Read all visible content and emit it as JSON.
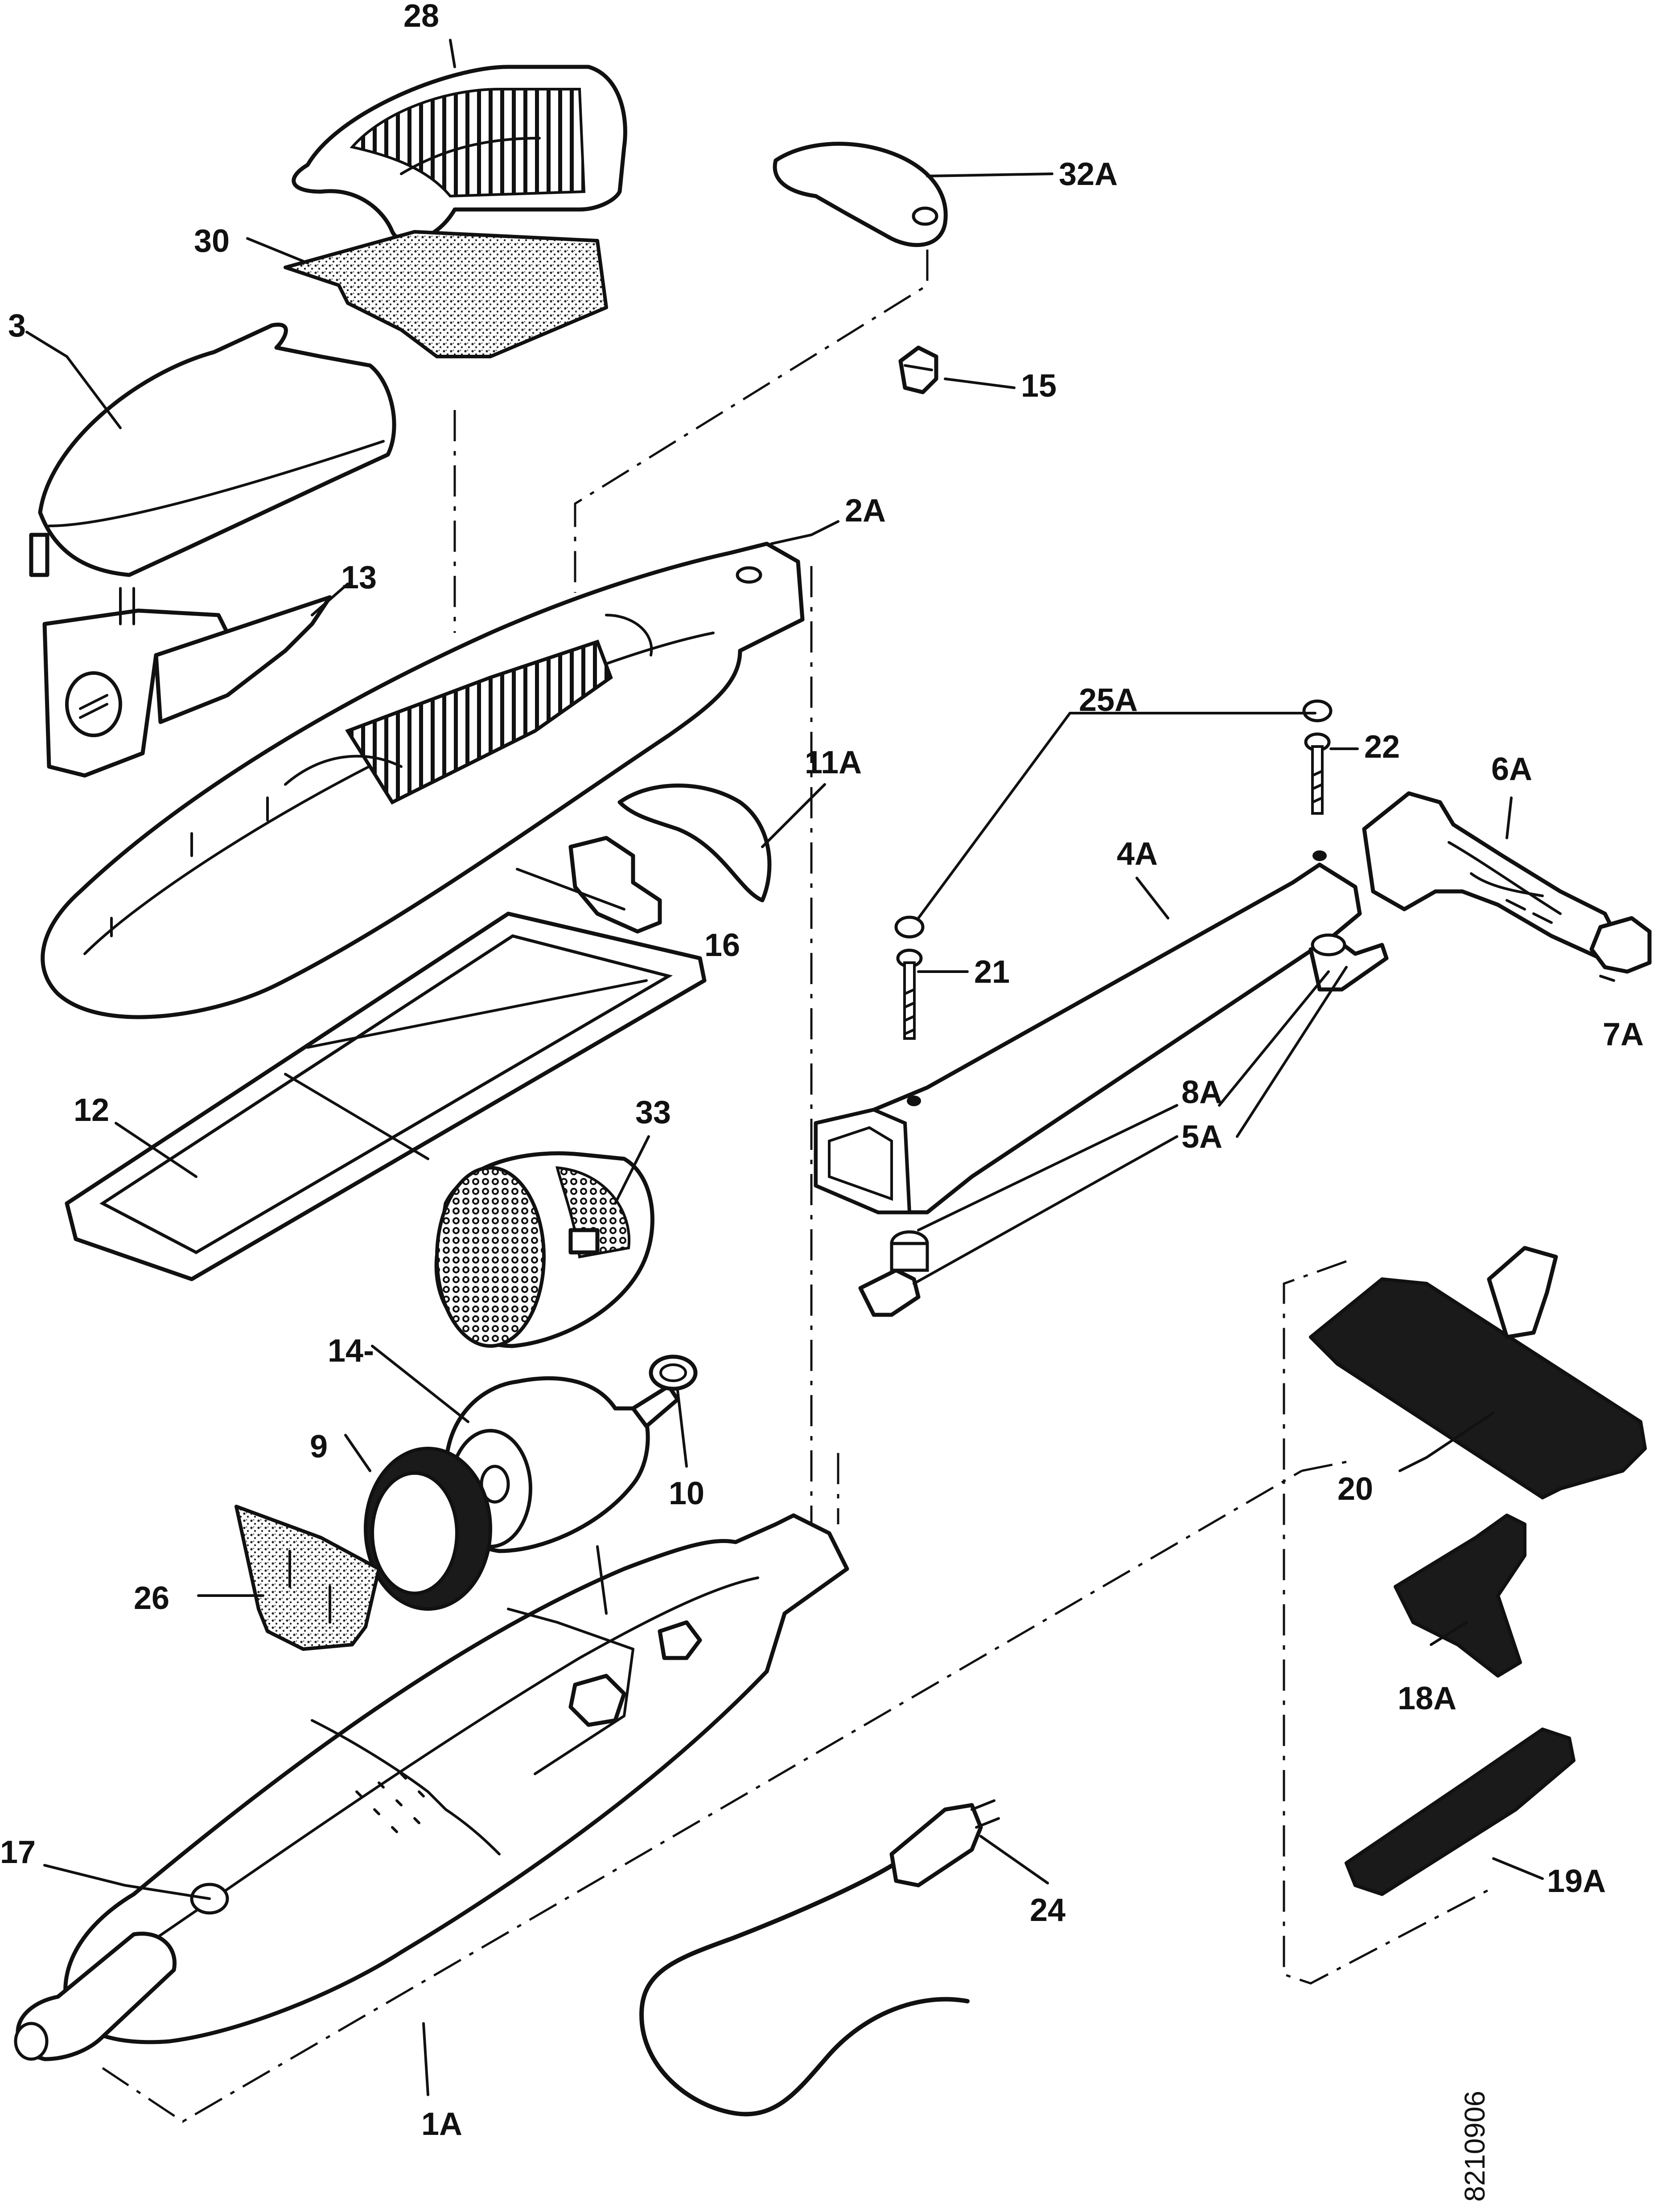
{
  "diagram": {
    "parts": [
      {
        "id": "part-28",
        "label": "28"
      },
      {
        "id": "part-32a",
        "label": "32A"
      },
      {
        "id": "part-30",
        "label": "30"
      },
      {
        "id": "part-3",
        "label": "3"
      },
      {
        "id": "part-15",
        "label": "15"
      },
      {
        "id": "part-2a",
        "label": "2A"
      },
      {
        "id": "part-13",
        "label": "13"
      },
      {
        "id": "part-25a",
        "label": "25A"
      },
      {
        "id": "part-22",
        "label": "22"
      },
      {
        "id": "part-11a",
        "label": "11A"
      },
      {
        "id": "part-6a",
        "label": "6A"
      },
      {
        "id": "part-4a",
        "label": "4A"
      },
      {
        "id": "part-16",
        "label": "16"
      },
      {
        "id": "part-21",
        "label": "21"
      },
      {
        "id": "part-7a",
        "label": "7A"
      },
      {
        "id": "part-12",
        "label": "12"
      },
      {
        "id": "part-33",
        "label": "33"
      },
      {
        "id": "part-8a",
        "label": "8A"
      },
      {
        "id": "part-5a",
        "label": "5A"
      },
      {
        "id": "part-14",
        "label": "14-"
      },
      {
        "id": "part-9",
        "label": "9"
      },
      {
        "id": "part-10",
        "label": "10"
      },
      {
        "id": "part-20",
        "label": "20"
      },
      {
        "id": "part-26",
        "label": "26"
      },
      {
        "id": "part-18a",
        "label": "18A"
      },
      {
        "id": "part-17",
        "label": "17"
      },
      {
        "id": "part-24",
        "label": "24"
      },
      {
        "id": "part-19a",
        "label": "19A"
      },
      {
        "id": "part-1a",
        "label": "1A"
      }
    ],
    "drawing_number": "8210906"
  }
}
